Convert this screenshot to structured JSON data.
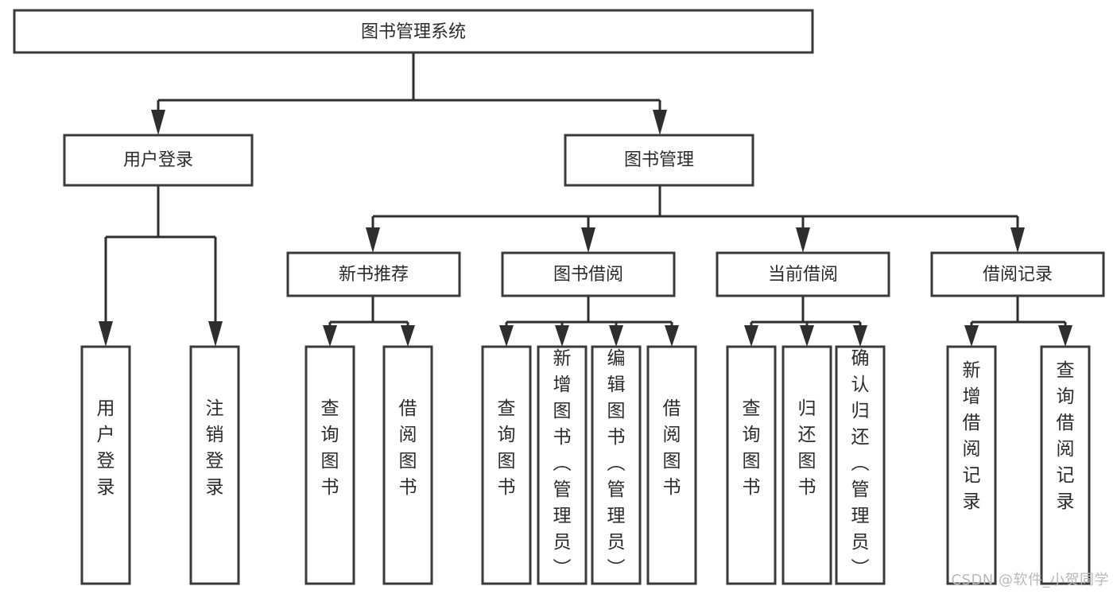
{
  "diagram": {
    "title": "图书管理系统",
    "watermark": "CSDN @软件_小贺同学",
    "colors": {
      "box_stroke": "#3a3a3a",
      "box_fill": "#ffffff",
      "connector": "#2e2e2e",
      "text": "#2b2b2b",
      "watermark": "#b9b9b9",
      "background": "#ffffff"
    },
    "root": {
      "label": "图书管理系统"
    },
    "level2": [
      {
        "label": "用户登录"
      },
      {
        "label": "图书管理"
      }
    ],
    "level3": [
      {
        "label": "新书推荐"
      },
      {
        "label": "图书借阅"
      },
      {
        "label": "当前借阅"
      },
      {
        "label": "借阅记录"
      }
    ],
    "leaves": {
      "user_login": [
        {
          "label": "用户登录"
        },
        {
          "label": "注销登录"
        }
      ],
      "new_book_recommend": [
        {
          "label": "查询图书"
        },
        {
          "label": "借阅图书"
        }
      ],
      "book_borrow": [
        {
          "label": "查询图书"
        },
        {
          "label": "新增图书（管理员）"
        },
        {
          "label": "编辑图书（管理员）"
        },
        {
          "label": "借阅图书"
        }
      ],
      "current_borrow": [
        {
          "label": "查询图书"
        },
        {
          "label": "归还图书"
        },
        {
          "label": "确认归还（管理员）"
        }
      ],
      "borrow_record": [
        {
          "label": "新增借阅记录"
        },
        {
          "label": "查询借阅记录"
        }
      ]
    }
  }
}
